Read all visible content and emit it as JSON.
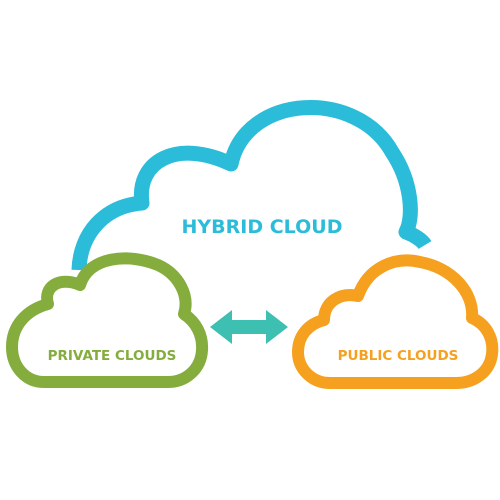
{
  "diagram": {
    "hybrid_cloud": {
      "label": "HYBRID CLOUD",
      "color": "#2bbcd9"
    },
    "private_clouds": {
      "label": "PRIVATE CLOUDS",
      "color": "#84ad3e"
    },
    "public_clouds": {
      "label": "PUBLIC CLOUDS",
      "color": "#f5a11f"
    },
    "connector": {
      "icon": "double-arrow-icon",
      "color": "#3dbfb2"
    }
  }
}
